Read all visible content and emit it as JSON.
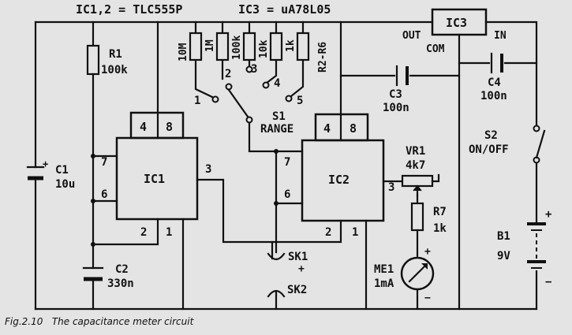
{
  "header": {
    "ic12_label": "IC1,2 = TLC555P",
    "ic3_label": "IC3 = uA78L05"
  },
  "regulator": {
    "name": "IC3",
    "out": "OUT",
    "in": "IN",
    "com": "COM"
  },
  "ic1": {
    "name": "IC1",
    "pin4": "4",
    "pin8": "8",
    "pin7": "7",
    "pin6": "6",
    "pin3": "3",
    "pin2": "2",
    "pin1": "1"
  },
  "ic2": {
    "name": "IC2",
    "pin4": "4",
    "pin8": "8",
    "pin7": "7",
    "pin6": "6",
    "pin3": "3",
    "pin2": "2",
    "pin1": "1"
  },
  "components": {
    "r1": {
      "name": "R1",
      "value": "100k"
    },
    "c1": {
      "name": "C1",
      "value": "10u"
    },
    "c2": {
      "name": "C2",
      "value": "330n"
    },
    "c3": {
      "name": "C3",
      "value": "100n"
    },
    "c4": {
      "name": "C4",
      "value": "100n"
    },
    "vr1": {
      "name": "VR1",
      "value": "4k7"
    },
    "r7": {
      "name": "R7",
      "value": "1k"
    },
    "me1": {
      "name": "ME1",
      "value": "1mA"
    },
    "b1": {
      "name": "B1",
      "value": "9V"
    },
    "s2": {
      "name": "S2",
      "value": "ON/OFF"
    },
    "s1": {
      "name": "S1",
      "value": "RANGE"
    },
    "sk1": "SK1",
    "sk2": "SK2",
    "plus": "+",
    "minus": "−"
  },
  "range_resistors": [
    "10M",
    "1M",
    "100k",
    "10k",
    "1k"
  ],
  "range_group_label": "R2-R6",
  "range_positions": [
    "1",
    "2",
    "3",
    "4",
    "5"
  ],
  "caption": "Fig.2.10   The capacitance meter circuit"
}
